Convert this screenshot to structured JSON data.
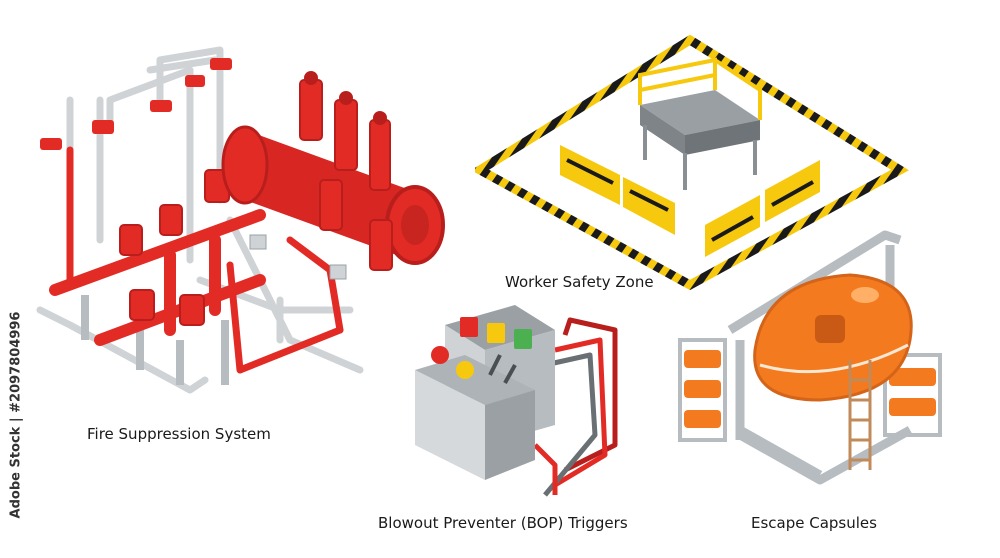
{
  "labels": {
    "fire": "Fire Suppression System",
    "safety": "Worker Safety Zone",
    "bop": "Blowout Preventer (BOP) Triggers",
    "escape": "Escape Capsules"
  },
  "side_watermark": "Adobe Stock | #2097804996",
  "icons": {
    "fire": "fire-suppression-pipes-icon",
    "safety": "safety-zone-barrier-icon",
    "bop": "bop-control-panel-icon",
    "escape": "escape-capsule-lifeboat-icon"
  },
  "colors": {
    "pipe_red": "#e32b26",
    "pipe_dark": "#b81f1c",
    "grey": "#cfd3d6",
    "yellow": "#f6c90e",
    "black": "#1a1a1a",
    "orange": "#f47a1f",
    "steel": "#b7bcc0"
  }
}
